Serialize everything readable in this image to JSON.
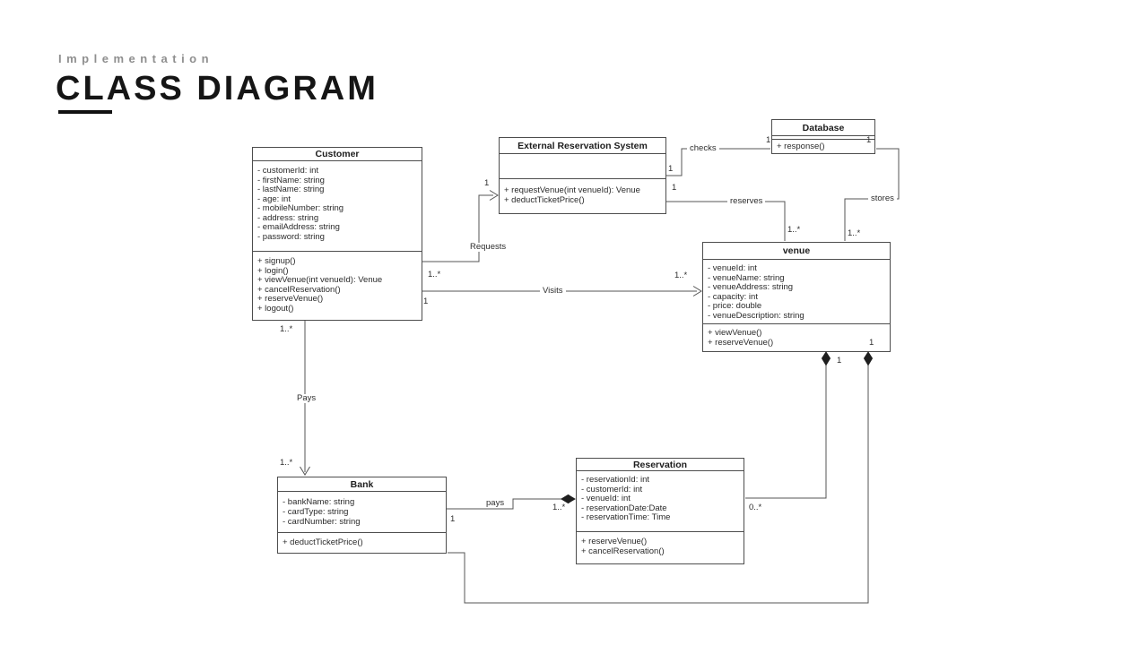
{
  "header": {
    "kicker": "Implementation",
    "title": "CLASS DIAGRAM"
  },
  "classes": {
    "customer": {
      "title": "Customer",
      "attributes": [
        "- customerId: int",
        "- firstName: string",
        "- lastName: string",
        "- age: int",
        "- mobileNumber: string",
        "- address: string",
        "- emailAddress: string",
        "- password: string"
      ],
      "methods": [
        "+ signup()",
        "+ login()",
        "+ viewVenue(int venueId): Venue",
        "+ cancelReservation()",
        "+ reserveVenue()",
        "+ logout()"
      ]
    },
    "external_reservation_system": {
      "title": "External Reservation System",
      "attributes": [],
      "methods": [
        "+ requestVenue(int venueId): Venue",
        "+ deductTicketPrice()"
      ]
    },
    "database": {
      "title": "Database",
      "attributes": [],
      "methods": [
        "+ response()"
      ]
    },
    "venue": {
      "title": "venue",
      "attributes": [
        "- venueId: int",
        "- venueName: string",
        "- venueAddress: string",
        "- capacity: int",
        "- price: double",
        "- venueDescription: string"
      ],
      "methods": [
        "+ viewVenue()",
        "+ reserveVenue()"
      ]
    },
    "bank": {
      "title": "Bank",
      "attributes": [
        "- bankName: string",
        "- cardType: string",
        "- cardNumber: string"
      ],
      "methods": [
        "+ deductTicketPrice()"
      ]
    },
    "reservation": {
      "title": "Reservation",
      "attributes": [
        "- reservationId: int",
        "- customerId: int",
        "- venueId: int",
        "- reservationDate:Date",
        "- reservationTime: Time"
      ],
      "methods": [
        "+ reserveVenue()",
        "+ cancelReservation()"
      ]
    }
  },
  "associations": {
    "requests": {
      "name": "Requests",
      "customer_mult": "1..*",
      "system_mult": "1"
    },
    "visits": {
      "name": "Visits",
      "customer_mult": "1",
      "venue_mult": "1..*"
    },
    "checks": {
      "name": "checks",
      "system_mult": "1",
      "database_mult": "1"
    },
    "stores": {
      "name": "stores",
      "database_mult": "1",
      "venue_mult": "1..*"
    },
    "reserves": {
      "name": "reserves",
      "system_mult": "1",
      "venue_mult": "1..*"
    },
    "pays_customer_bank": {
      "name": "Pays",
      "customer_mult": "1..*",
      "bank_mult": "1..*"
    },
    "pays_bank_reservation": {
      "name": "pays",
      "bank_mult": "1",
      "reservation_mult": "1..*"
    },
    "venue_reservation": {
      "venue_mult": "1",
      "reservation_mult": "0..*"
    },
    "venue_bank": {
      "venue_mult": "1"
    }
  },
  "colors": {
    "line": "#545454",
    "box_border": "#4d4d4d",
    "title_text": "#151515",
    "kicker_text": "#8f8f8f"
  }
}
